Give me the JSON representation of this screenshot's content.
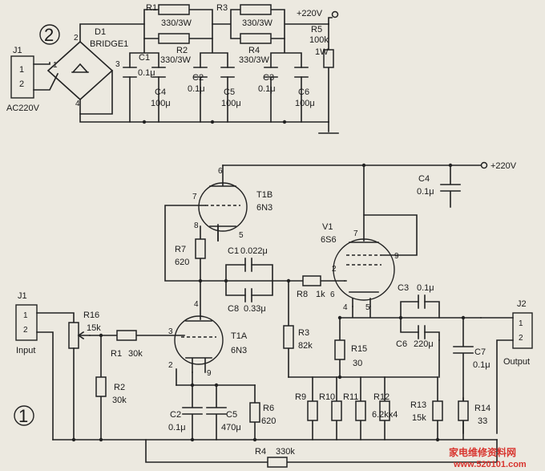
{
  "page": {
    "background": "#ece9e0",
    "ink": "#222222",
    "watermark_color": "#d8352f"
  },
  "labels": {
    "psu_section": "2",
    "amp_section": "1",
    "j1_psu": "J1",
    "pin1": "1",
    "pin2": "2",
    "ac_input": "AC220V",
    "d1": "D1",
    "bridge": "BRIDGE1",
    "bridge_pin1": "1",
    "bridge_pin2": "2",
    "bridge_pin3": "3",
    "bridge_pin4": "4",
    "r1": "R1",
    "r1_val": "330/3W",
    "r2": "R2",
    "r2_val": "330/3W",
    "r3_psu": "R3",
    "r3_psu_val": "330/3W",
    "r4_psu": "R4",
    "r4_psu_val": "330/3W",
    "r5": "R5",
    "r5_val": "100k",
    "r5_w": "1W",
    "c1": "C1",
    "c1_val": "0.1μ",
    "c4_psu": "C4",
    "c4_psu_val": "100μ",
    "c2_psu": "C2",
    "c2_psu_val": "0.1μ",
    "c5_psu": "C5",
    "c5_psu_val": "100μ",
    "c3_psu": "C3",
    "c3_psu_val": "0.1μ",
    "c6_psu": "C6",
    "c6_psu_val": "100μ",
    "b_plus_psu": "+220V",
    "b_plus_amp": "+220V",
    "c4_amp": "C4",
    "c4_amp_val": "0.1μ",
    "t1b": "T1B",
    "t1b_type": "6N3",
    "t1b_p6": "6",
    "t1b_p7": "7",
    "t1b_p8": "8",
    "t1b_p5": "5",
    "r7": "R7",
    "r7_val": "620",
    "c1_amp": "C1",
    "c1_amp_val": "0.022μ",
    "c8": "C8",
    "c8_val": "0.33μ",
    "r8": "R8",
    "r8_val": "1k",
    "v1": "V1",
    "v1_type": "6S6",
    "v1_p7": "7",
    "v1_p9": "9",
    "v1_p2": "2",
    "v1_p6": "6",
    "v1_p4": "4",
    "v1_p5": "5",
    "c3_amp": "C3",
    "c3_amp_val": "0.1μ",
    "c6_amp": "C6",
    "c6_amp_val": "220μ",
    "c7": "C7",
    "c7_val": "0.1μ",
    "j2": "J2",
    "output": "Output",
    "j1_amp": "J1",
    "input": "Input",
    "r16": "R16",
    "r16_val": "15k",
    "r1_amp": "R1",
    "r1_amp_val": "30k",
    "r2_amp": "R2",
    "r2_amp_val": "30k",
    "t1a": "T1A",
    "t1a_type": "6N3",
    "t1a_p3": "3",
    "t1a_p4": "4",
    "t1a_p2": "2",
    "t1a_p9": "9",
    "r3_amp": "R3",
    "r3_amp_val": "82k",
    "r15": "R15",
    "r15_val": "30",
    "c2_amp": "C2",
    "c2_amp_val": "0.1μ",
    "c5_amp": "C5",
    "c5_amp_val": "470μ",
    "r6": "R6",
    "r6_val": "620",
    "r9": "R9",
    "r10": "R10",
    "r11": "R11",
    "r12": "R12",
    "r12_val": "6.2kx4",
    "r13": "R13",
    "r13_val": "15k",
    "r14": "R14",
    "r14_val": "33",
    "r4_amp": "R4",
    "r4_amp_val": "330k",
    "watermark": "家电维修资料网",
    "watermark_url": "www.520101.com"
  }
}
